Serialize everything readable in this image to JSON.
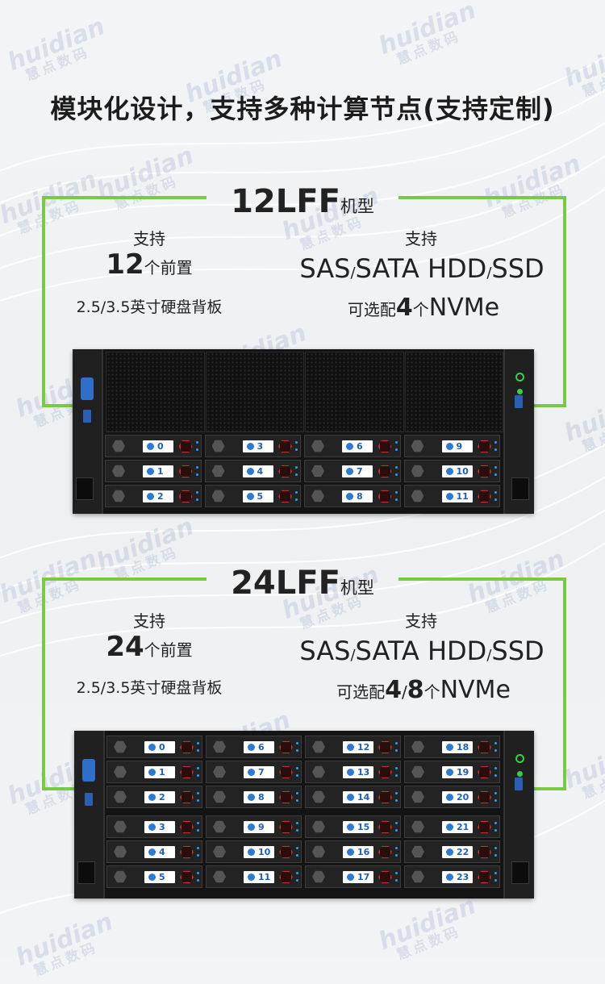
{
  "watermark": {
    "latin": "huidian",
    "cn": "慧点数码"
  },
  "heading": "模块化设计，支持多种计算节点(支持定制)",
  "colors": {
    "accent": "#7ac943",
    "bay_label_text": "#1c5fb8",
    "vga": "#2f6fc9",
    "led": "#35d04a"
  },
  "models": [
    {
      "title_big": "12LFF",
      "title_small": "机型",
      "left_support": "支持",
      "count_big": "12",
      "count_small": "个前置",
      "backplane": "2.5/3.5英寸硬盘背板",
      "right_support": "支持",
      "sas_parts": [
        "SAS",
        "/",
        "SATA HDD",
        "/",
        "SSD"
      ],
      "nvme_prefix": "可选配",
      "nvme_count": "4",
      "nvme_sep": "",
      "nvme_count2": "",
      "nvme_unit": "个",
      "nvme_name": "NVMe",
      "bays": [
        "0",
        "1",
        "2",
        "3",
        "4",
        "5",
        "6",
        "7",
        "8",
        "9",
        "10",
        "11"
      ]
    },
    {
      "title_big": "24LFF",
      "title_small": "机型",
      "left_support": "支持",
      "count_big": "24",
      "count_small": "个前置",
      "backplane": "2.5/3.5英寸硬盘背板",
      "right_support": "支持",
      "sas_parts": [
        "SAS",
        "/",
        "SATA HDD",
        "/",
        "SSD"
      ],
      "nvme_prefix": "可选配",
      "nvme_count": "4",
      "nvme_sep": "/",
      "nvme_count2": "8",
      "nvme_unit": "个",
      "nvme_name": "NVMe",
      "bays": [
        "0",
        "1",
        "2",
        "3",
        "4",
        "5",
        "6",
        "7",
        "8",
        "9",
        "10",
        "11",
        "12",
        "13",
        "14",
        "15",
        "16",
        "17",
        "18",
        "19",
        "20",
        "21",
        "22",
        "23"
      ]
    }
  ]
}
